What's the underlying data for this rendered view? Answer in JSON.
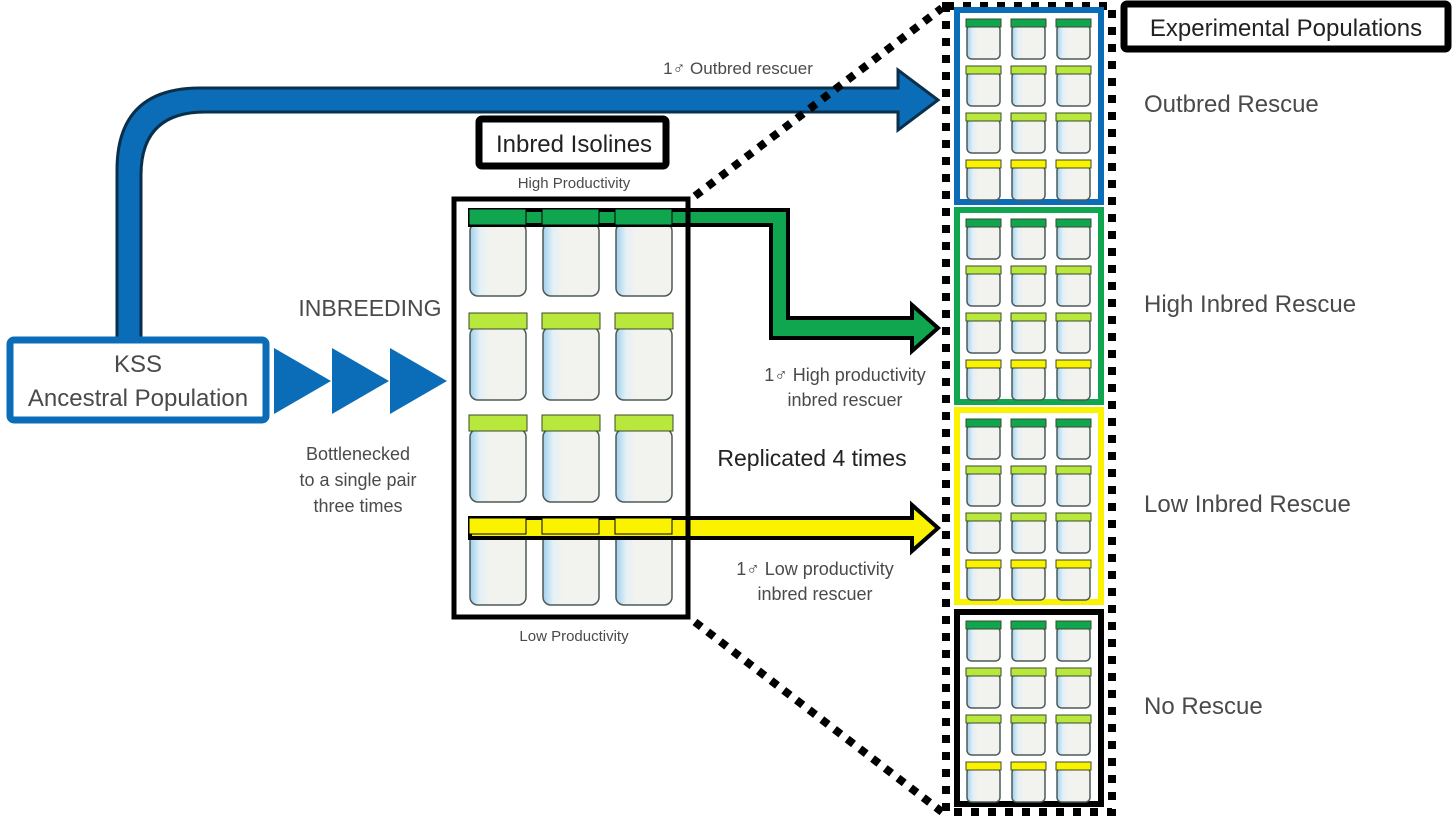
{
  "colors": {
    "blue": "#0b6db8",
    "dark_green": "#10a650",
    "lime": "#b9e83d",
    "yellow": "#fbf200",
    "black": "#000000",
    "jar_body": "#f2f2ee",
    "jar_tint": "#b8dcf0"
  },
  "source": {
    "line1": "KSS",
    "line2": "Ancestral Population"
  },
  "inbreeding": {
    "label": "INBREEDING",
    "note_line1": "Bottlenecked",
    "note_line2": "to a single pair",
    "note_line3": "three times",
    "bottleneck_count": 3
  },
  "isolines": {
    "title": "Inbred Isolines",
    "top_label": "High Productivity",
    "bottom_label": "Low Productivity",
    "rows": [
      "high",
      "mid",
      "mid",
      "low"
    ],
    "columns": 3
  },
  "arrows": {
    "outbred": "1♂ Outbred rescuer",
    "high_line1": "1♂ High productivity",
    "high_line2": "inbred rescuer",
    "low_line1": "1♂ Low productivity",
    "low_line2": "inbred rescuer"
  },
  "replicated": "Replicated 4 times",
  "experimental": {
    "title": "Experimental Populations",
    "groups": [
      {
        "name": "Outbred Rescue",
        "border": "blue"
      },
      {
        "name": "High Inbred Rescue",
        "border": "dark_green"
      },
      {
        "name": "Low Inbred Rescue",
        "border": "yellow"
      },
      {
        "name": "No Rescue",
        "border": "black"
      }
    ],
    "rows": [
      "high",
      "mid",
      "mid",
      "low"
    ],
    "columns": 3
  }
}
